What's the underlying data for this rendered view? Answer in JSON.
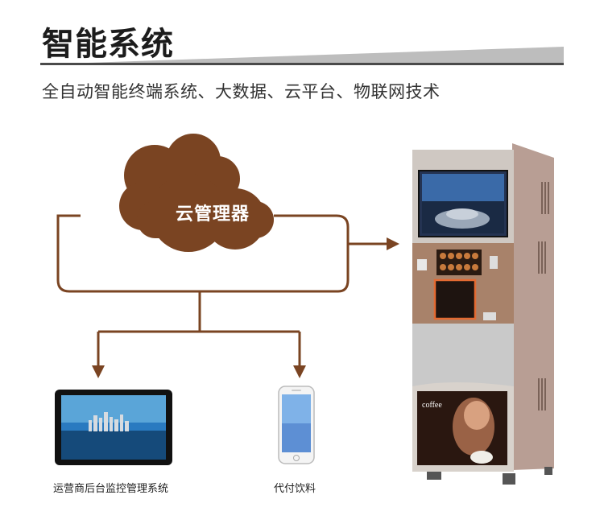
{
  "header": {
    "title": "智能系统",
    "subtitle": "全自动智能终端系统、大数据、云平台、物联网技术"
  },
  "diagram": {
    "cloud_label": "云管理器",
    "left_caption": "运营商后台监控管理系统",
    "right_caption": "代付饮料",
    "machine_panel_text": "coffee",
    "colors": {
      "brown": "#7a4422",
      "header_rule": "#4a4a4a",
      "machine_body": "#c6beb8",
      "machine_panel": "#a8826a",
      "screen_blue": "#1c4a8a"
    }
  }
}
